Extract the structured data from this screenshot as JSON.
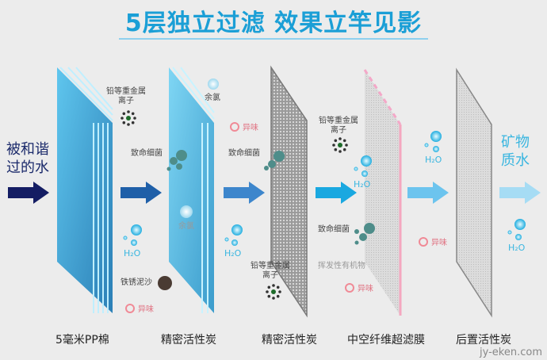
{
  "title": "5层独立过滤 效果立竿见影",
  "input_label": [
    "被和谐",
    "过的水"
  ],
  "output_label": [
    "矿物",
    "质水"
  ],
  "stages": [
    "5毫米PP棉",
    "精密活性炭",
    "精密活性炭",
    "中空纤维超滤膜",
    "后置活性炭"
  ],
  "notes": {
    "heavy_metal": [
      "铅等重金属",
      "离子"
    ],
    "bacteria": "致命细菌",
    "chlorine": "余氯",
    "odor": "异味",
    "rust": "铁锈泥沙",
    "h2o": "H₂O",
    "voc": "挥发性有机物"
  },
  "arrow_colors": [
    "#141d63",
    "#1f5fa8",
    "#3d86cc",
    "#1aa8e0",
    "#6cc4ee",
    "#a6dcf4"
  ],
  "watermark": "jy-eken.com"
}
